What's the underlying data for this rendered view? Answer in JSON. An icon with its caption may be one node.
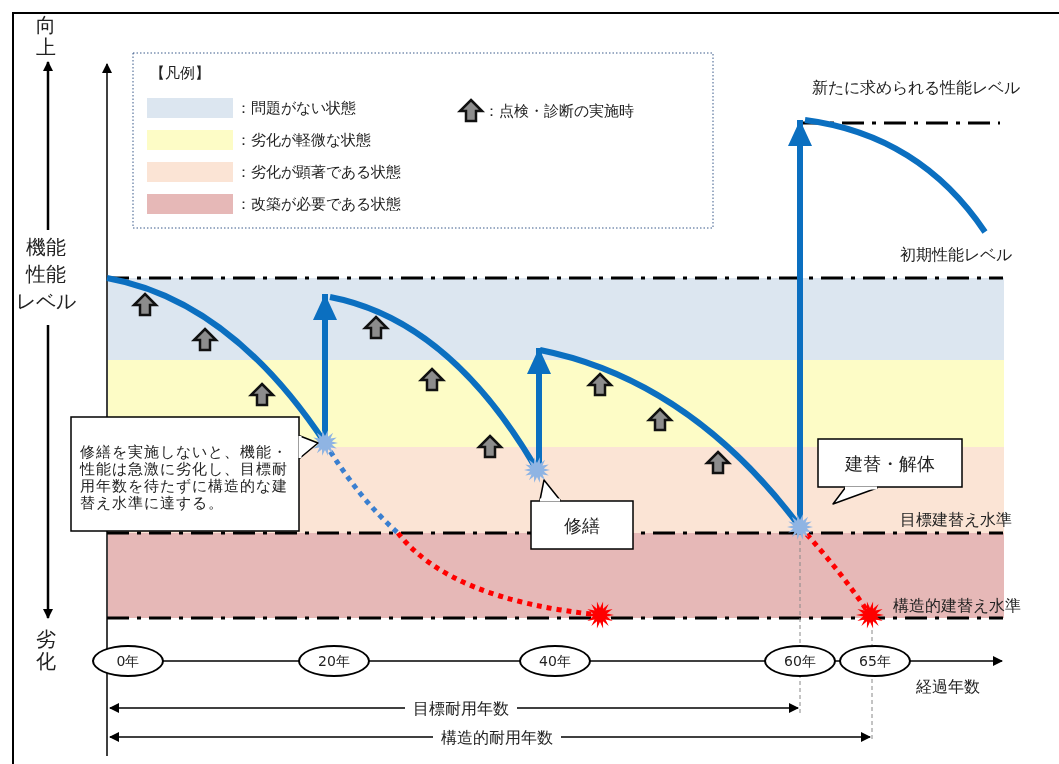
{
  "diagram": {
    "nodes": [
      {
        "text": [
          "修繕を実施しないと、機能・性能は急激に劣化し、目標耐用年数を待たずに構造的な建替え水準に達する。"
        ]
      },
      {
        "text": [
          "修繕"
        ]
      },
      {
        "text": [
          "建替・解体"
        ]
      },
      {
        "text": [
          "0年"
        ]
      },
      {
        "text": [
          "20年"
        ]
      },
      {
        "text": [
          "40年"
        ]
      },
      {
        "text": [
          "60年"
        ]
      },
      {
        "text": [
          "65年"
        ]
      }
    ],
    "labels": [
      "向上",
      "機能性能レベル",
      "劣化",
      "【凡例】",
      "新たに求められる性能レベル",
      "初期性能レベル",
      "目標建替え水準",
      "構造的建替え水準",
      "経過年数",
      "目標耐用年数",
      "構造的耐用年数"
    ],
    "legend": [
      {
        "text": "：問題がない状態",
        "color": "#dce6f0"
      },
      {
        "text": "：劣化が軽微な状態",
        "color": "#fdfcc6"
      },
      {
        "text": "：劣化が顕著である状態",
        "color": "#fbe4d5"
      },
      {
        "text": "：改築が必要である状態",
        "color": "#e6b8b7"
      },
      {
        "text": "：点検・診断の実施時"
      }
    ]
  }
}
